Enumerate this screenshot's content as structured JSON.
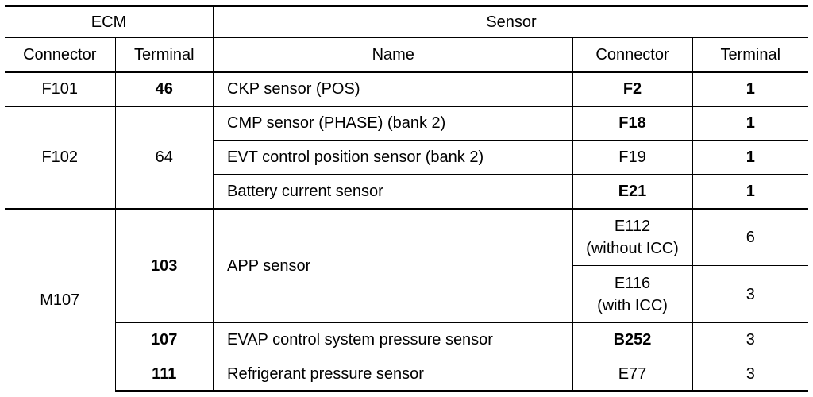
{
  "header": {
    "ecm": "ECM",
    "sensor": "Sensor",
    "col_connector": "Connector",
    "col_terminal": "Terminal",
    "col_name": "Name",
    "col_sensor_connector": "Connector",
    "col_sensor_terminal": "Terminal"
  },
  "rows": [
    {
      "ecm_connector": "F101",
      "ecm_terminal": "46",
      "name": "CKP sensor (POS)",
      "connector": "F2",
      "terminal": "1"
    },
    {
      "ecm_connector": "F102",
      "ecm_terminal": "64",
      "name": "CMP sensor (PHASE) (bank 2)",
      "connector": "F18",
      "terminal": "1"
    },
    {
      "name": "EVT control position sensor (bank 2)",
      "connector": "F19",
      "terminal": "1"
    },
    {
      "name": "Battery current sensor",
      "connector": "E21",
      "terminal": "1"
    },
    {
      "ecm_connector": "M107",
      "ecm_terminal": "103",
      "name": "APP sensor",
      "connector_line1": "E112",
      "connector_line2": "(without ICC)",
      "terminal": "6"
    },
    {
      "connector_line1": "E116",
      "connector_line2": "(with ICC)",
      "terminal": "3"
    },
    {
      "ecm_terminal": "107",
      "name": "EVAP control system pressure sensor",
      "connector": "B252",
      "terminal": "3"
    },
    {
      "ecm_terminal": "111",
      "name": "Refrigerant pressure sensor",
      "connector": "E77",
      "terminal": "3"
    }
  ]
}
